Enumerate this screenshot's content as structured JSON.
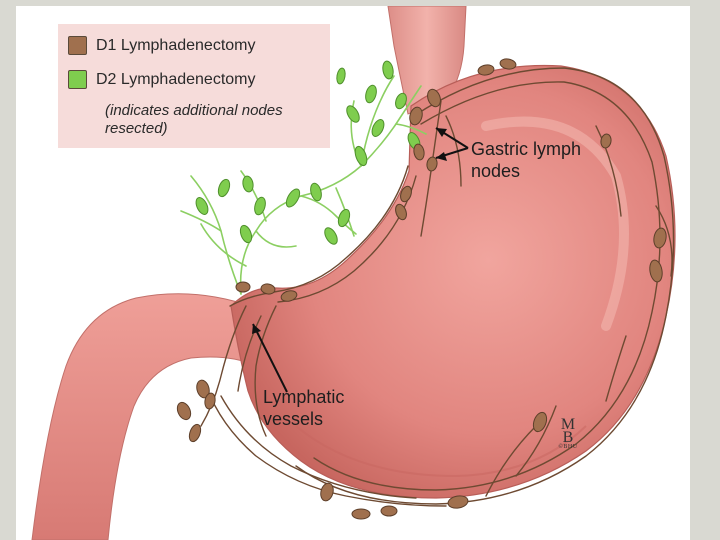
{
  "legend": {
    "items": [
      {
        "label": "D1 Lymphadenectomy",
        "color": "#a0704e"
      },
      {
        "label": "D2 Lymphadenectomy",
        "color": "#7fcd4e"
      }
    ],
    "note": "(indicates additional nodes resected)"
  },
  "callouts": {
    "gastric": "Gastric lymph nodes",
    "vessels": "Lymphatic vessels"
  },
  "credit": {
    "mark_top": "M",
    "mark_bottom": "B",
    "sub": "©BHU"
  },
  "colors": {
    "stomach": "#e58a84",
    "stomach_shade": "#c96963",
    "esophagus": "#e9a29c",
    "node_brown": "#a0704e",
    "node_green": "#7fcd4e",
    "vessel_brown": "#6e4a32",
    "vessel_green": "#8ccf62"
  }
}
